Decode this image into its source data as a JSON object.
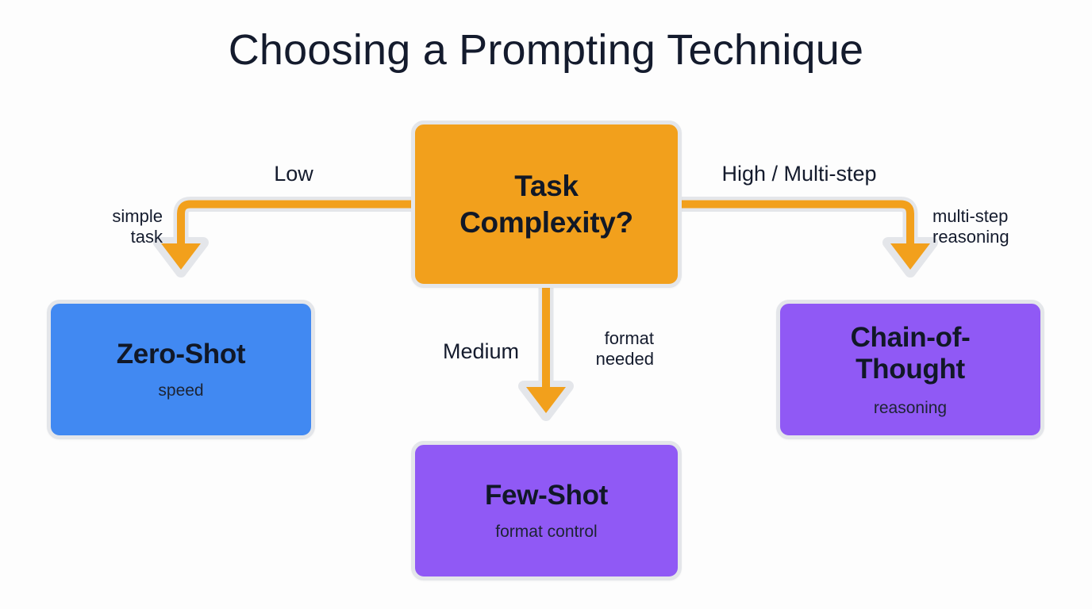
{
  "title": "Choosing a Prompting Technique",
  "colors": {
    "background": "#fdfdfd",
    "decision": "#f2a01c",
    "zero_shot": "#4189f2",
    "few_shot": "#9059f5",
    "chain_of_thought": "#9059f5",
    "edge": "#f2a01c",
    "edge_outline": "#e4e6ea",
    "node_border": "#e4e6ea",
    "text": "#141b2d"
  },
  "nodes": [
    {
      "id": "task-complexity",
      "title": "Task\nComplexity?",
      "title_line1": "Task",
      "title_line2": "Complexity?",
      "subtitle": "",
      "color": "#f2a01c",
      "shape": "decision"
    },
    {
      "id": "zero-shot",
      "title": "Zero-Shot",
      "subtitle": "speed",
      "color": "#4189f2",
      "shape": "process"
    },
    {
      "id": "few-shot",
      "title": "Few-Shot",
      "subtitle": "format control",
      "color": "#9059f5",
      "shape": "process"
    },
    {
      "id": "chain-of-thought",
      "title": "Chain-of-Thought",
      "title_line1": "Chain-of-",
      "title_line2": "Thought",
      "subtitle": "reasoning",
      "color": "#9059f5",
      "shape": "process"
    }
  ],
  "edges": [
    {
      "id": "edge-low",
      "from": "task-complexity",
      "to": "zero-shot",
      "label": "Low",
      "note_line1": "simple",
      "note_line2": "task"
    },
    {
      "id": "edge-medium",
      "from": "task-complexity",
      "to": "few-shot",
      "label": "Medium",
      "note_line1": "format",
      "note_line2": "needed"
    },
    {
      "id": "edge-high",
      "from": "task-complexity",
      "to": "chain-of-thought",
      "label": "High / Multi-step",
      "note_line1": "multi-step",
      "note_line2": "reasoning"
    }
  ]
}
